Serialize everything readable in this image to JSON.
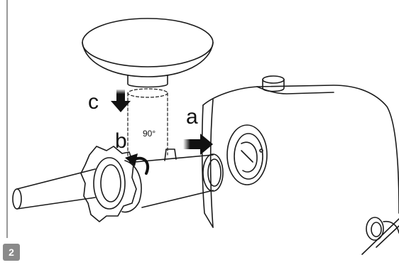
{
  "step": {
    "number": "2"
  },
  "labels": {
    "a": "a",
    "b": "b",
    "c": "c",
    "angle": "90°"
  },
  "colors": {
    "line": "#1a1a1a",
    "badge": "#8a8a8a",
    "arrow": "#111111"
  }
}
